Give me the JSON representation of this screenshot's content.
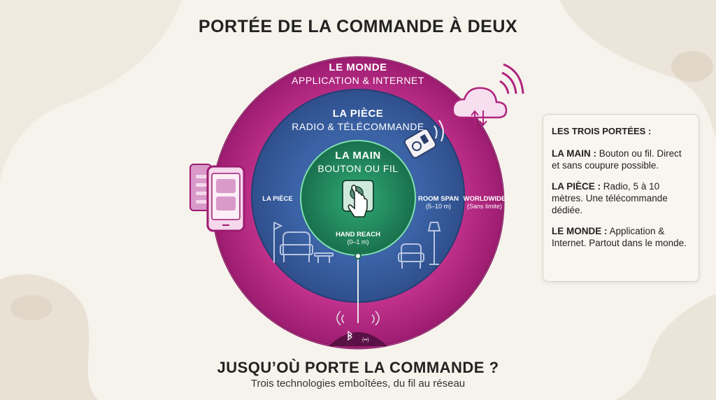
{
  "title": "PORTÉE DE LA COMMANDE À DEUX",
  "rings": {
    "outer": {
      "title": "LE MONDE",
      "subtitle": "APPLICATION & INTERNET"
    },
    "middle": {
      "title": "LA PIÈCE",
      "subtitle": "RADIO & TÉLÉCOMMANDE"
    },
    "inner": {
      "title": "LA MAIN",
      "subtitle": "BOUTON OU FIL"
    }
  },
  "labels": {
    "left_piece": "LA PIÈCE",
    "room_span": "ROOM SPAN",
    "room_span_range": "(5–10 m)",
    "worldwide": "WORLDWIDE",
    "worldwide_range": "(Sans limite)",
    "hand_reach": "HAND REACH",
    "hand_reach_range": "(0–1 m)",
    "bottom_node": "(••)"
  },
  "info": {
    "heading": "LES TROIS PORTÉES :",
    "items": [
      {
        "term": "LA MAIN :",
        "text": "Bouton ou fil. Direct et sans coupure possible."
      },
      {
        "term": "LA PIÈCE :",
        "text": "Radio, 5 à 10 mètres. Une télécommande dédiée."
      },
      {
        "term": "LE MONDE :",
        "text": "Application & Internet. Partout dans le monde."
      }
    ]
  },
  "bottom": {
    "title": "JUSQU’OÙ PORTE LA COMMANDE ?",
    "subtitle": "Trois technologies emboîtées, du fil au réseau"
  },
  "colors": {
    "outer_ring": "#b0237e",
    "middle_ring": "#35599a",
    "inner_ring": "#1f8a5e",
    "background": "#f6f2ec"
  },
  "icons": [
    "cloud-sync-icon",
    "phone-app-icon",
    "remote-control-icon",
    "hand-press-button-icon",
    "armchair-icon",
    "floor-lamp-icon",
    "bluetooth-icon",
    "wifi-waves-icon"
  ]
}
